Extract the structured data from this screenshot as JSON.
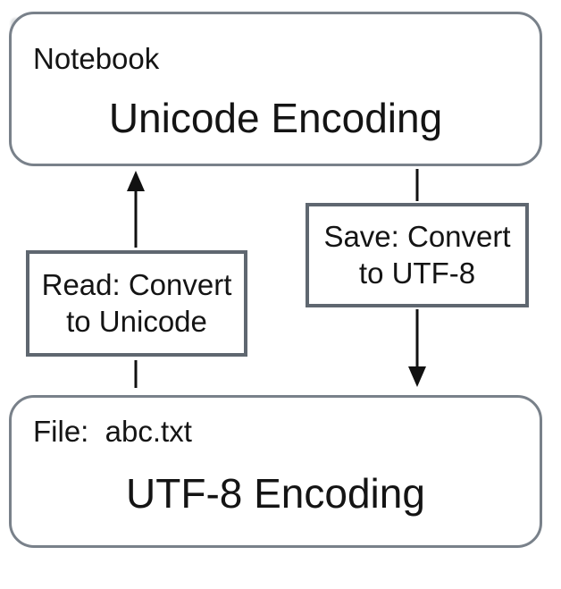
{
  "colors": {
    "background": "#ffffff",
    "text": "#141414",
    "outer-border": "#79818a",
    "inner-border": "#5f6770",
    "arrow": "#111111"
  },
  "diagram": {
    "notebook_box": {
      "label": "Notebook",
      "title": "Unicode Encoding"
    },
    "read_box": {
      "line1": "Read: Convert",
      "line2": "to Unicode"
    },
    "save_box": {
      "line1": "Save: Convert",
      "line2": "to UTF-8"
    },
    "file_box": {
      "label": "File:  abc.txt",
      "title": "UTF-8 Encoding"
    }
  }
}
